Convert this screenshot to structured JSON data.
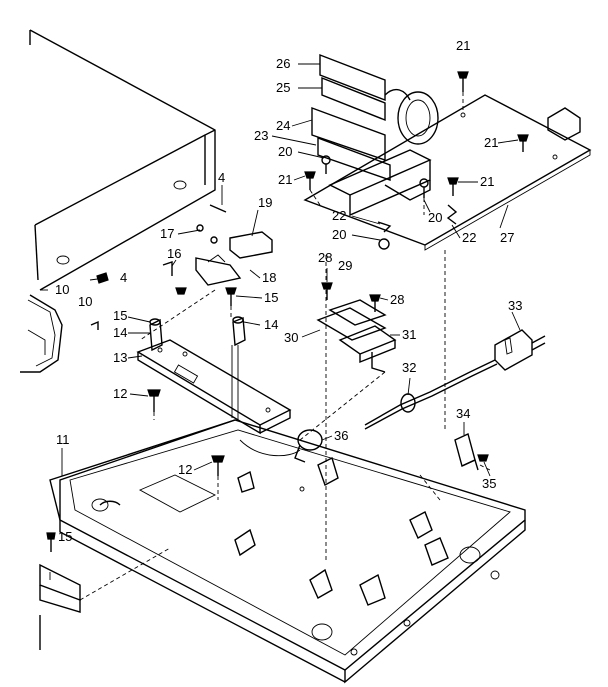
{
  "callouts": {
    "c26": "26",
    "c25": "25",
    "c24": "24",
    "c23": "23",
    "c20a": "20",
    "c21a": "21",
    "c21b": "21",
    "c21c": "21",
    "c21d": "21",
    "c20b": "20",
    "c22a": "22",
    "c22b": "22",
    "c20c": "20",
    "c27": "27",
    "c4a": "4",
    "c4b": "4",
    "c19": "19",
    "c17": "17",
    "c16": "16",
    "c18": "18",
    "c10a": "10",
    "c10b": "10",
    "c15a": "15",
    "c15b": "15",
    "c15c": "15",
    "c14a": "14",
    "c14b": "14",
    "c13": "13",
    "c12a": "12",
    "c12b": "12",
    "c28a": "28",
    "c28b": "28",
    "c29": "29",
    "c30": "30",
    "c31": "31",
    "c32": "32",
    "c33": "33",
    "c34": "34",
    "c35": "35",
    "c36": "36",
    "c11": "11"
  }
}
